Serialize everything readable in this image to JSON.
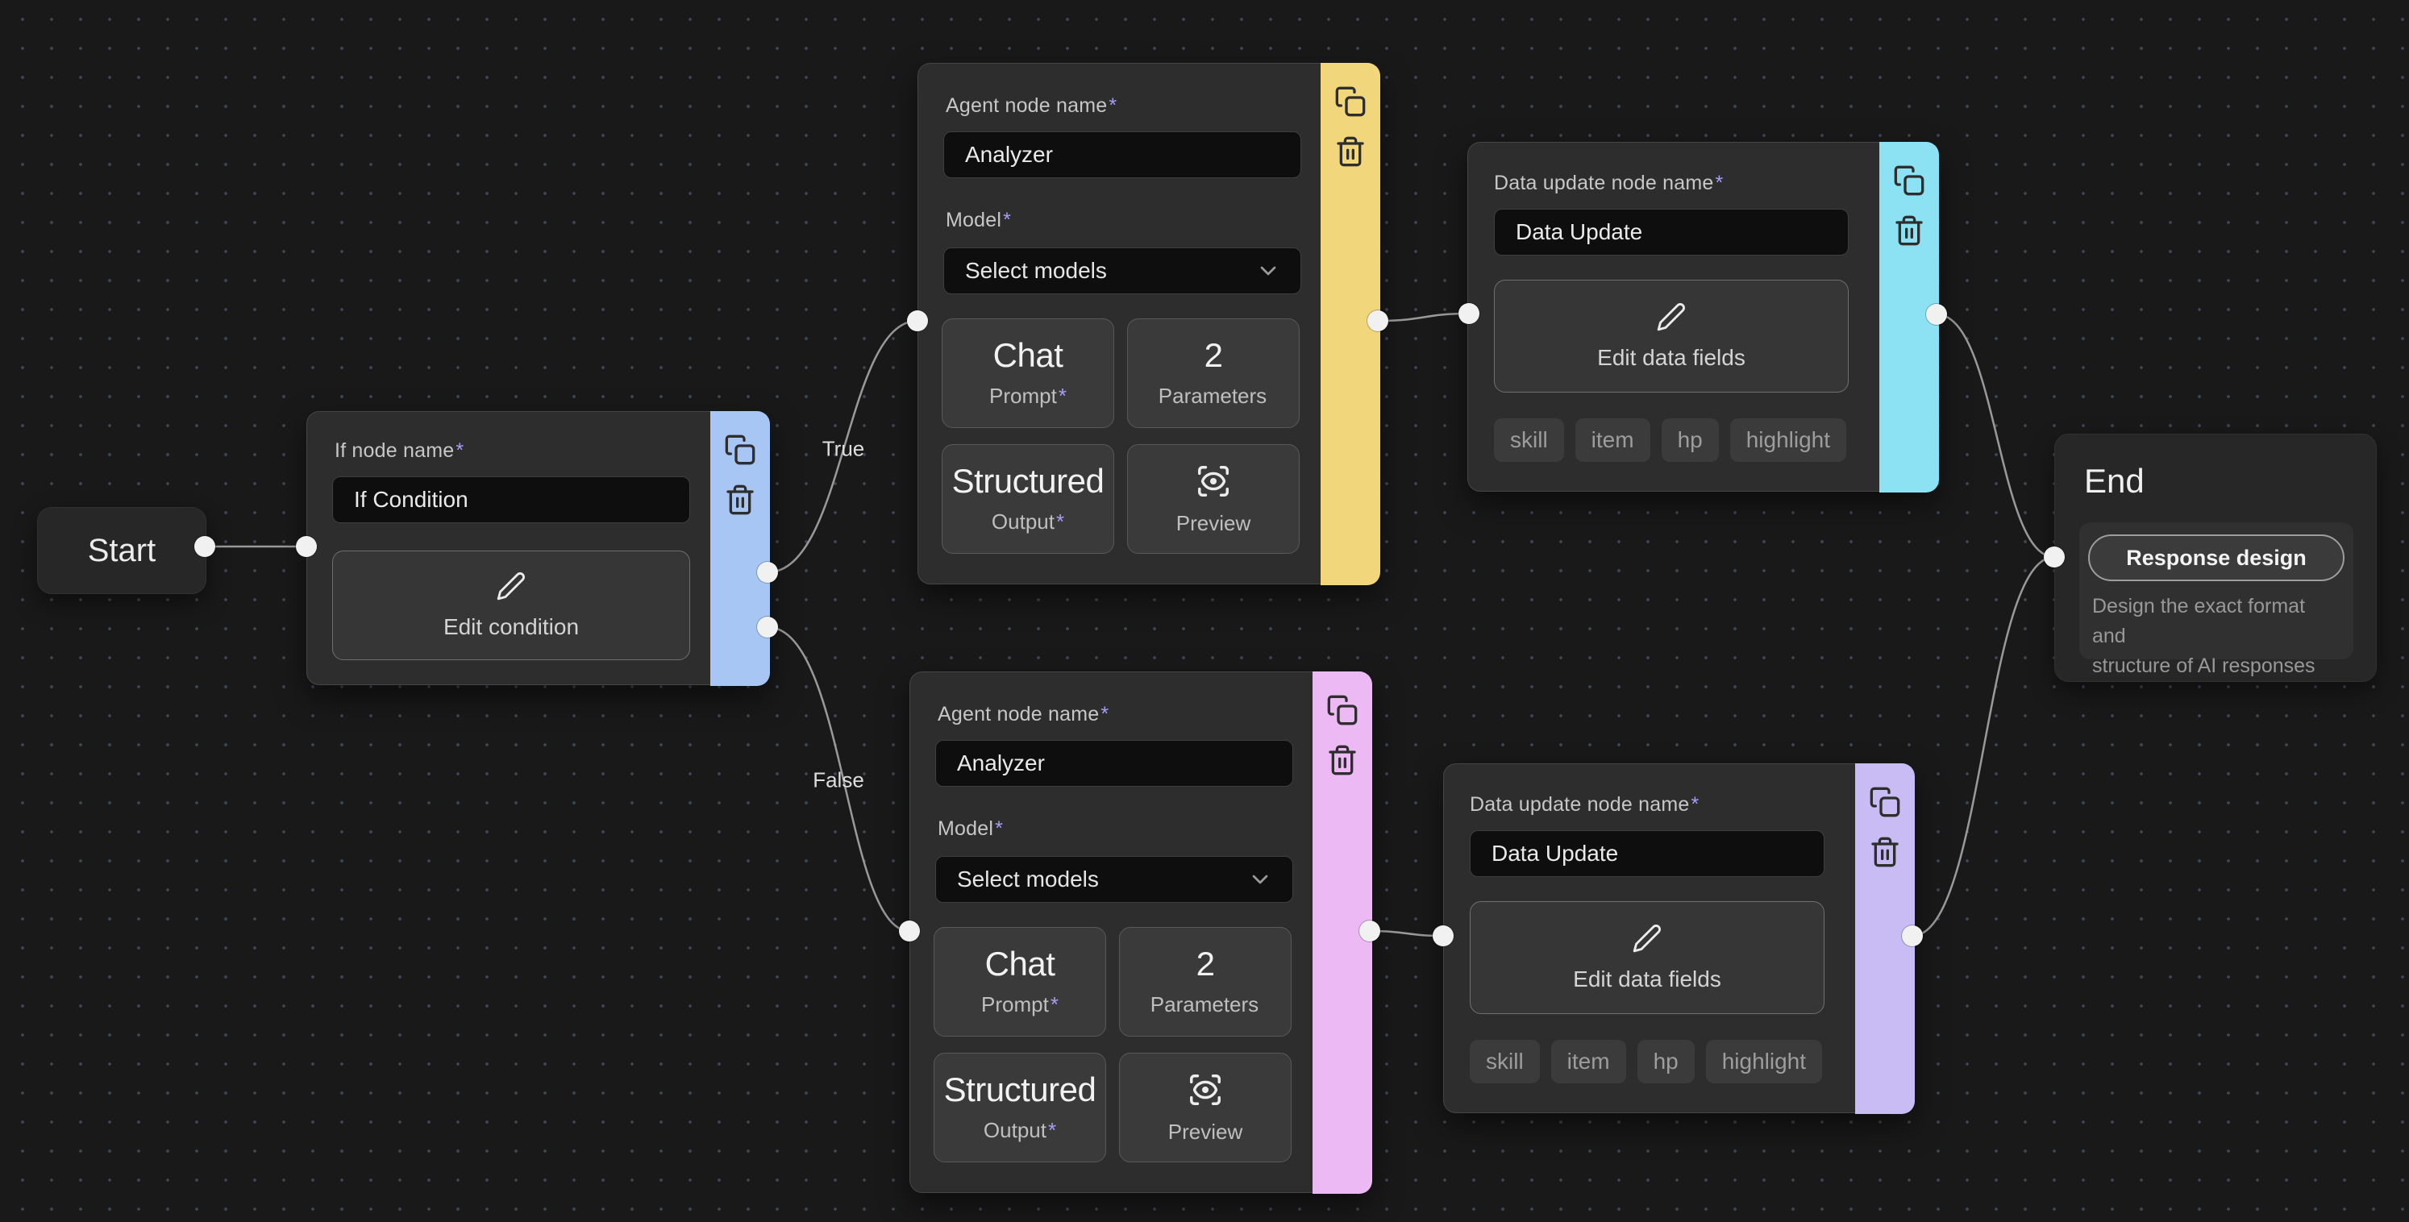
{
  "ui": {
    "asterisk": "*"
  },
  "colors": {
    "canvas_bg": "#191919",
    "dot": "#3f4656",
    "node_bg": "#2d2d2d",
    "input_bg": "#0e0e0e",
    "edge": "#9a9a9a",
    "handle": "#f1f1f1",
    "required_asterisk": "#a49ef5",
    "accent_yellow": "#f1d67c",
    "accent_cyan": "#8ce1f2",
    "accent_blue": "#a8c6f4",
    "accent_pink": "#ecb9f4",
    "accent_lavender": "#c9bcf4"
  },
  "icons": {
    "duplicate": "copy-icon",
    "delete": "trash-icon",
    "edit": "pencil-icon",
    "preview": "scan-eye-icon",
    "dropdown": "chevron-down-icon"
  },
  "start_node": {
    "title": "Start"
  },
  "if_node": {
    "name_label": "If node name",
    "name_value": "If Condition",
    "edit_button": "Edit condition",
    "accent": "#a8c6f4"
  },
  "edges": {
    "true_label": "True",
    "false_label": "False"
  },
  "agent_nodes": [
    {
      "name_label": "Agent node name",
      "name_value": "Analyzer",
      "model_label": "Model",
      "model_placeholder": "Select models",
      "accent": "#f1d67c",
      "tiles": [
        {
          "main": "Chat",
          "sub": "Prompt",
          "req": "*"
        },
        {
          "main": "2",
          "sub": "Parameters",
          "req": ""
        },
        {
          "main": "Structured",
          "sub": "Output",
          "req": "*"
        },
        {
          "main": "",
          "sub": "Preview",
          "req": ""
        }
      ]
    },
    {
      "name_label": "Agent node name",
      "name_value": "Analyzer",
      "model_label": "Model",
      "model_placeholder": "Select models",
      "accent": "#ecb9f4",
      "tiles": [
        {
          "main": "Chat",
          "sub": "Prompt",
          "req": "*"
        },
        {
          "main": "2",
          "sub": "Parameters",
          "req": ""
        },
        {
          "main": "Structured",
          "sub": "Output",
          "req": "*"
        },
        {
          "main": "",
          "sub": "Preview",
          "req": ""
        }
      ]
    }
  ],
  "data_nodes": [
    {
      "name_label": "Data update node name",
      "name_value": "Data Update",
      "edit_button": "Edit data fields",
      "accent": "#8ce1f2",
      "tags": [
        "skill",
        "item",
        "hp",
        "highlight"
      ]
    },
    {
      "name_label": "Data update node name",
      "name_value": "Data Update",
      "edit_button": "Edit data fields",
      "accent": "#c9bcf4",
      "tags": [
        "skill",
        "item",
        "hp",
        "highlight"
      ]
    }
  ],
  "end_node": {
    "title": "End",
    "button": "Response design",
    "description_line1": "Design the exact format and",
    "description_line2": "structure of AI responses"
  }
}
